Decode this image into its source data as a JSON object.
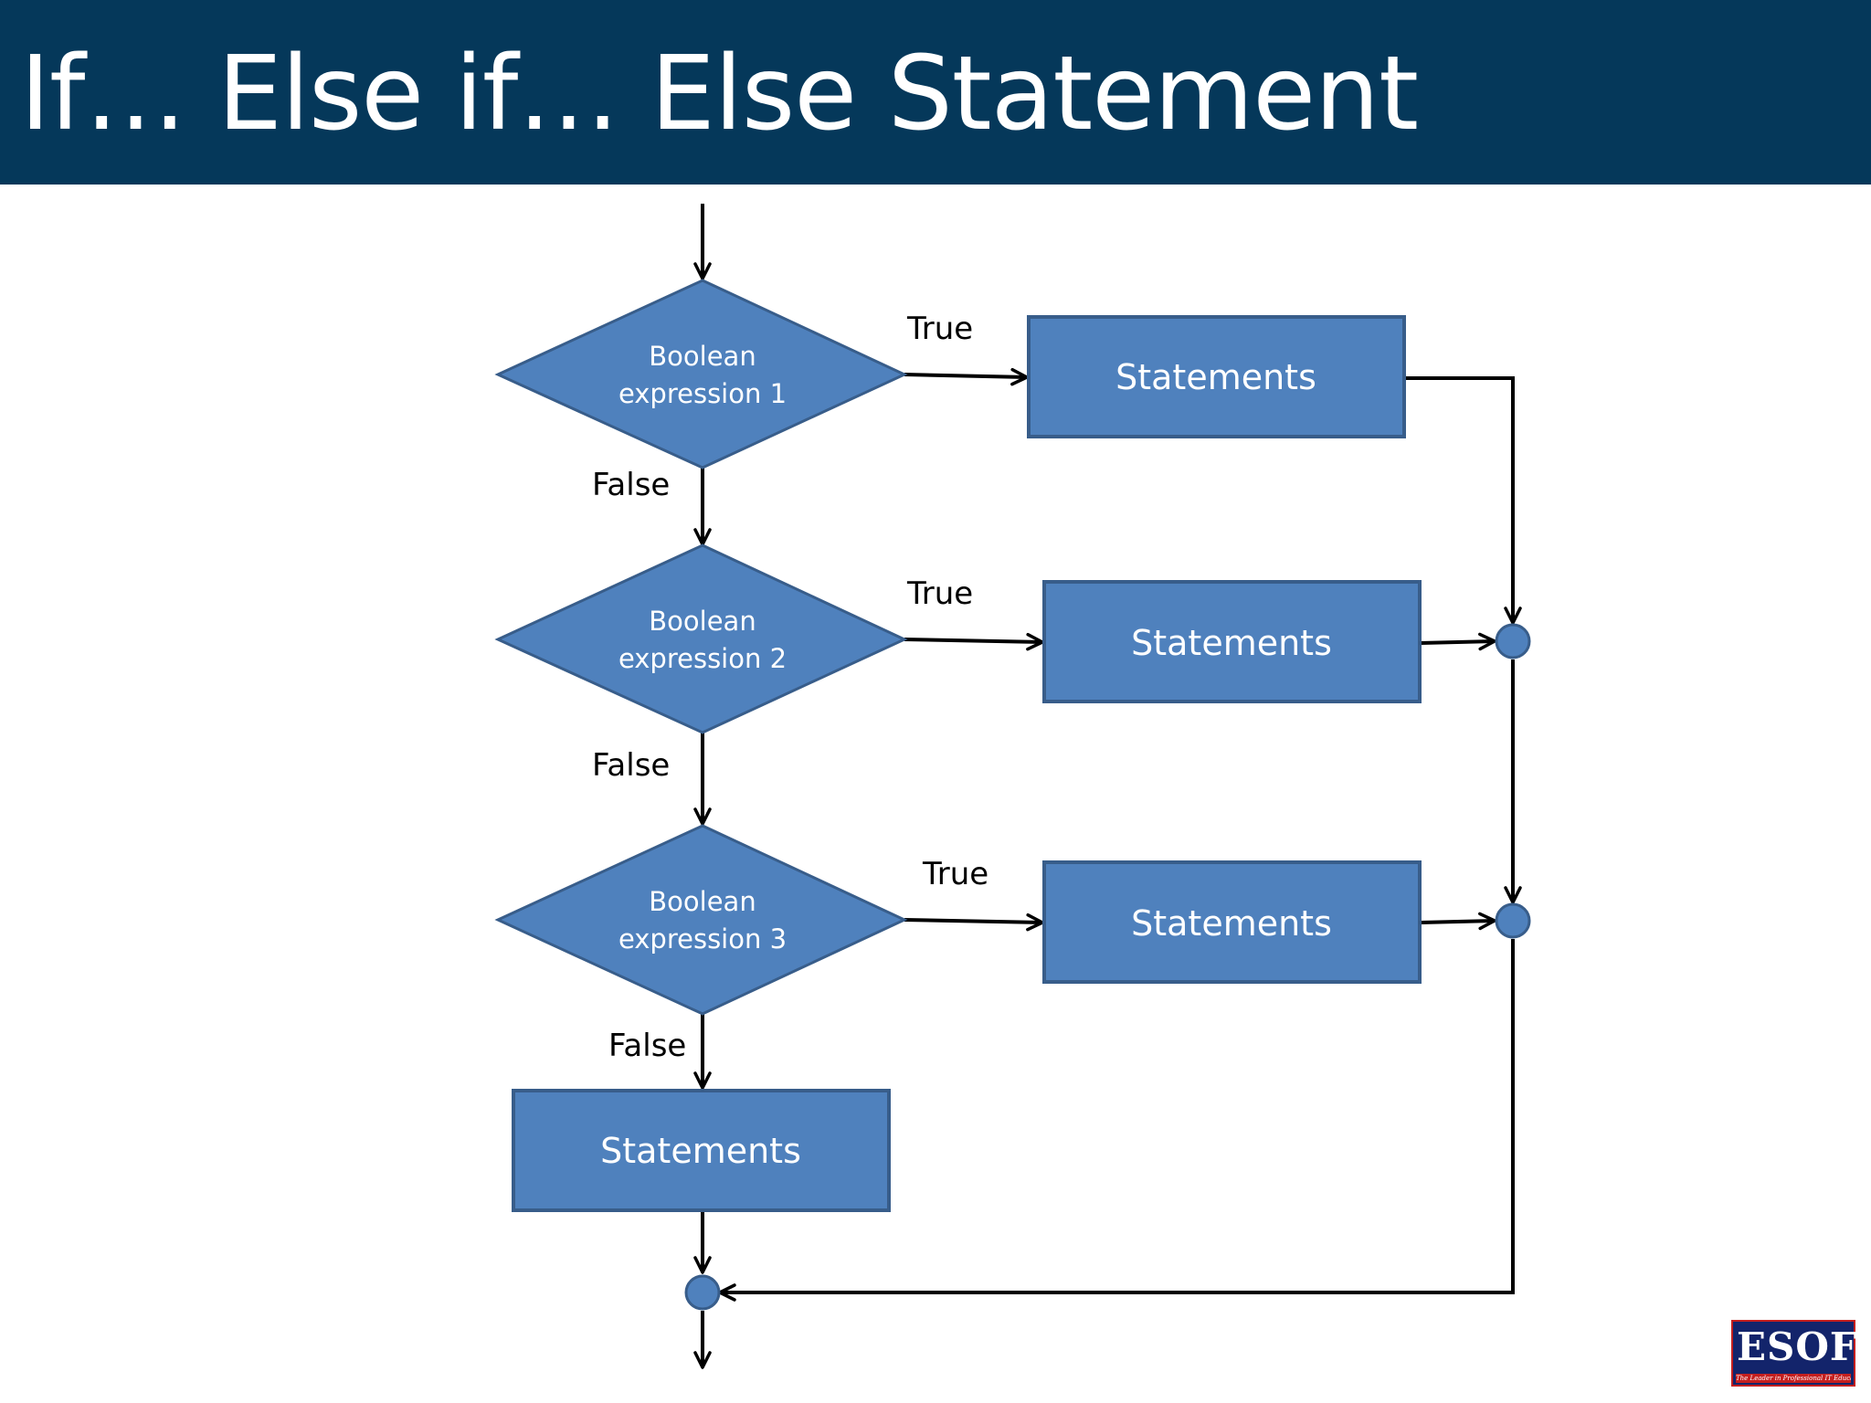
{
  "slide": {
    "title": "If… Else if… Else Statement"
  },
  "nodes": {
    "decision_1": {
      "line1": "Boolean",
      "line2": "expression 1"
    },
    "decision_2": {
      "line1": "Boolean",
      "line2": "expression 2"
    },
    "decision_3": {
      "line1": "Boolean",
      "line2": "expression 3"
    },
    "statements_1": "Statements",
    "statements_2": "Statements",
    "statements_3": "Statements",
    "statements_else": "Statements"
  },
  "edge_labels": {
    "true_1": "True",
    "true_2": "True",
    "true_3": "True",
    "false_1": "False",
    "false_2": "False",
    "false_3": "False"
  },
  "logo": {
    "word": "ESOFT",
    "tagline": "The Leader in Professional IT Education"
  },
  "colors": {
    "title_bar": "#05385a",
    "shape_fill": "#4f81bd",
    "shape_stroke": "#385d8a",
    "connector": "#000000"
  }
}
